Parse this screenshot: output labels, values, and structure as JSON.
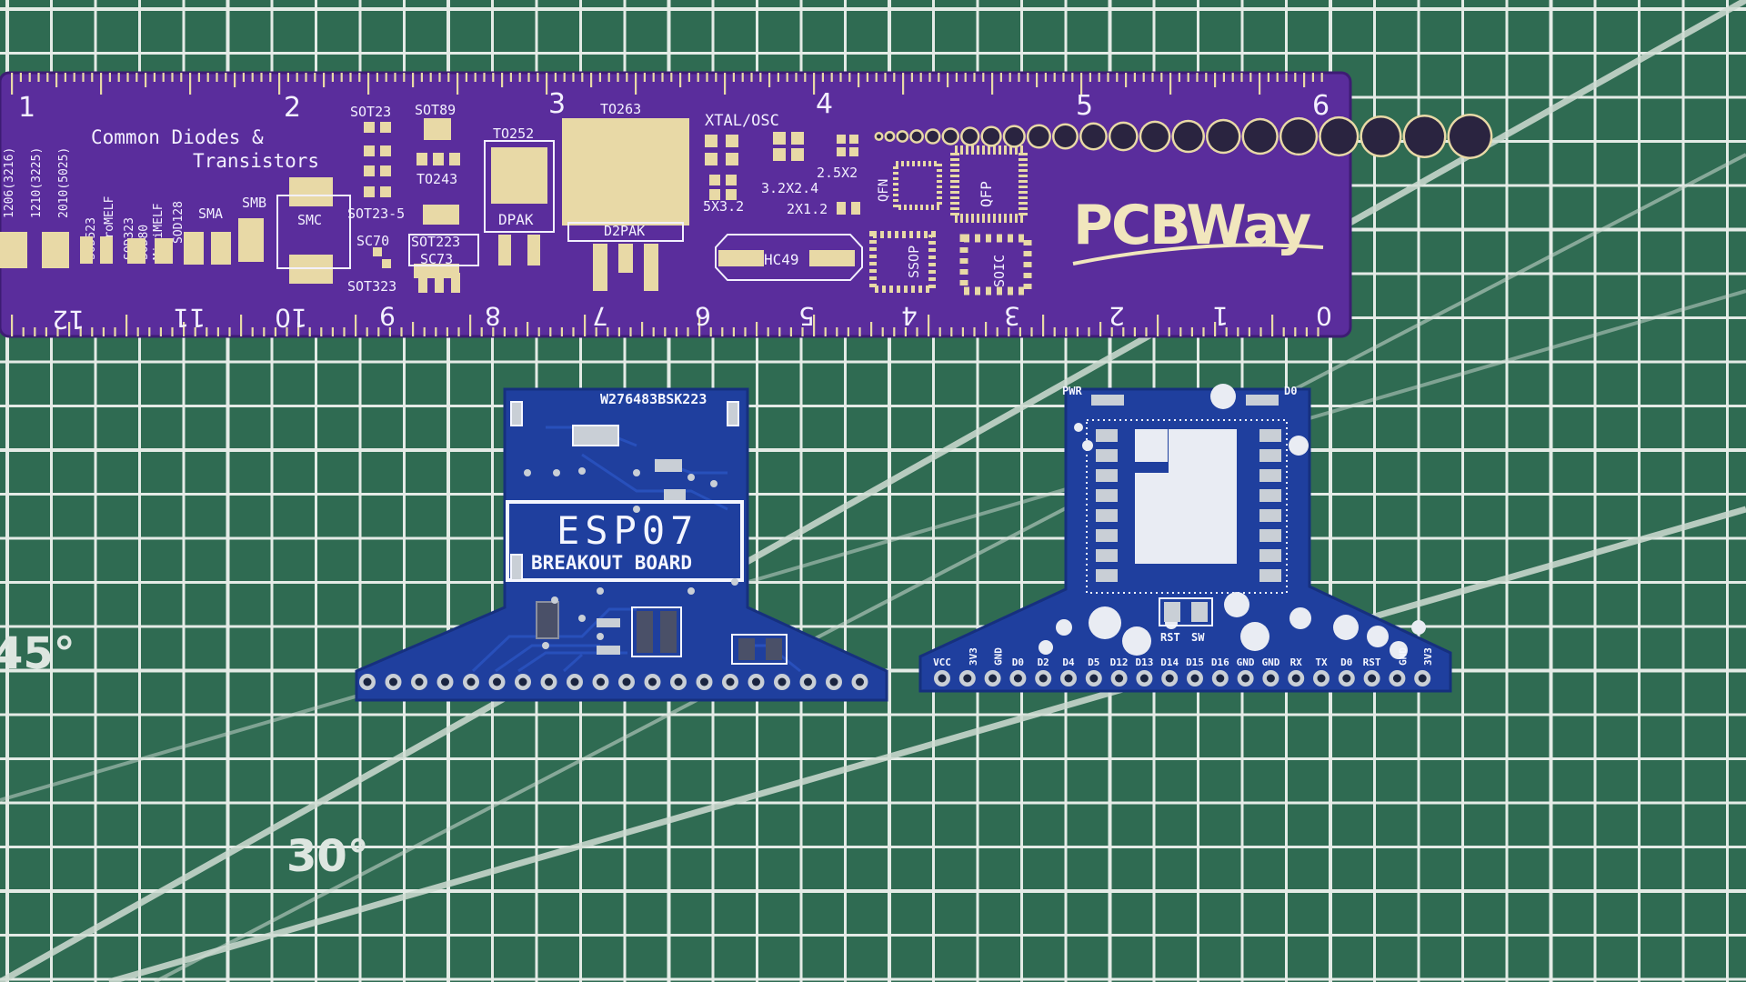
{
  "mat": {
    "colors": {
      "base": "#2f6b52",
      "grid": "#e4ebe6",
      "diagonal": "#cfdcd3"
    },
    "angle_labels": [
      "45°",
      "30°"
    ]
  },
  "ruler": {
    "colors": {
      "board": "#5a2d9c",
      "copper": "#e8d9a6",
      "silk": "#f3f0ff"
    },
    "brand": "PCBWay",
    "heading_line1": "Common Diodes &",
    "heading_line2": "Transistors",
    "top_scale": [
      "1",
      "2",
      "3",
      "4",
      "5",
      "6"
    ],
    "bottom_scale": [
      "12",
      "11",
      "10",
      "9",
      "8",
      "7",
      "6",
      "5",
      "4",
      "3",
      "2",
      "1",
      "0"
    ],
    "package_labels": {
      "sot23": "SOT23",
      "sot89": "SOT89",
      "to243": "TO243",
      "sot23_5": "SOT23-5",
      "sc70": "SC70",
      "sot323": "SOT323",
      "sot223": "SOT223",
      "sc73": "SC73",
      "to252": "TO252",
      "dpak": "DPAK",
      "to263": "TO263",
      "d2pak": "D2PAK",
      "xtal": "XTAL/OSC",
      "s5x32": "5X3.2",
      "s32x24": "3.2X2.4",
      "s25x2": "2.5X2",
      "s2x12": "2X1.2",
      "hc49": "HC49",
      "qfn": "QFN",
      "qfp": "QFP",
      "ssop": "SSOP",
      "soic": "SOIC",
      "smc": "SMC",
      "smb": "SMB",
      "sma": "SMA",
      "sod128": "SOD128",
      "minimelf": "MiniMELF",
      "sod80": "SOD80",
      "sod323": "SOD323",
      "micromelf": "MicroMELF",
      "s2010": "2010(5025)",
      "s1210": "1210(3225)",
      "s1206": "1206(3216)",
      "sod523": "SOD523"
    }
  },
  "board_left": {
    "colors": {
      "mask": "#1f3f9e",
      "silk": "#f4f6ff",
      "pad": "#c9cfd6"
    },
    "code": "W276483BSK223",
    "title_line1": "ESP07",
    "title_line2": "BREAKOUT BOARD",
    "pin_count": 20
  },
  "board_right": {
    "colors": {
      "mask": "#1f3f9e",
      "silk": "#f4f6ff",
      "pad": "#c9cfd6"
    },
    "top_left_label": "PWR",
    "top_right_label": "D0",
    "button_labels": [
      "RST",
      "SW"
    ],
    "pin_labels": [
      "VCC",
      "3V3",
      "GND",
      "D0",
      "D2",
      "D4",
      "D5",
      "D12",
      "D13",
      "D14",
      "D15",
      "D16",
      "GND",
      "GND",
      "RX",
      "TX",
      "D0",
      "RST",
      "GND",
      "3V3"
    ],
    "pin_count": 20
  }
}
